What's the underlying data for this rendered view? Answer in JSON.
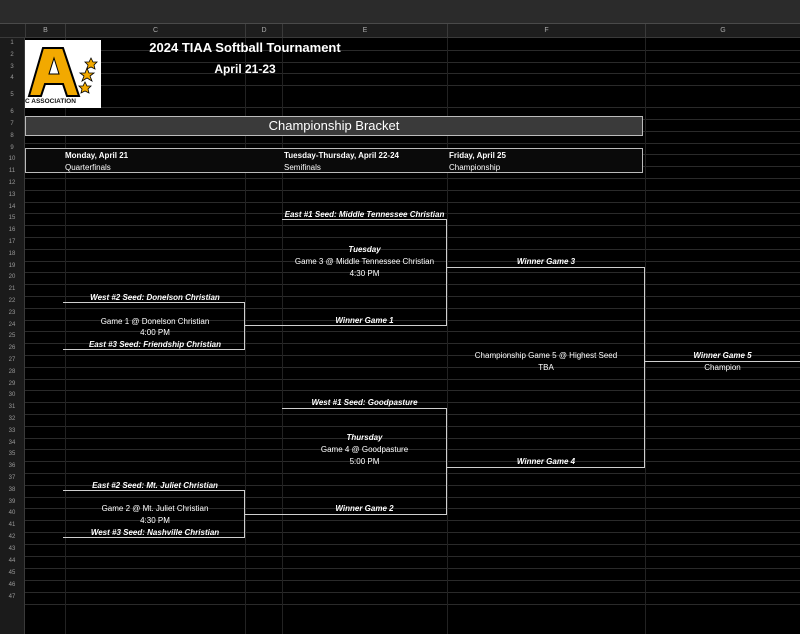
{
  "columns": [
    "B",
    "C",
    "D",
    "E",
    "F",
    "G"
  ],
  "rows": [
    "1",
    "2",
    "3",
    "4",
    "5",
    "6",
    "7",
    "8",
    "9",
    "10",
    "11",
    "12",
    "13",
    "14",
    "15",
    "16",
    "17",
    "18",
    "19",
    "20",
    "21",
    "22",
    "23",
    "24",
    "25",
    "26",
    "27",
    "28",
    "29",
    "30",
    "31",
    "32",
    "33",
    "34",
    "35",
    "36",
    "37",
    "38",
    "39",
    "40",
    "41",
    "42",
    "43",
    "44",
    "45",
    "46",
    "47"
  ],
  "logo": {
    "letter": "A",
    "text": "C ASSOCIATION"
  },
  "title": "2024 TIAA Softball Tournament",
  "dates": "April 21-23",
  "banner": "Championship Bracket",
  "headers": {
    "qf_day": "Monday, April 21",
    "qf_round": "Quarterfinals",
    "sf_day": "Tuesday-Thursday, April 22-24",
    "sf_round": "Semifinals",
    "ch_day": "Friday, April 25",
    "ch_round": "Championship"
  },
  "game1": {
    "top": "West #2 Seed: Donelson Christian",
    "info": "Game 1 @ Donelson Christian",
    "time": "4:00 PM",
    "bottom": "East #3 Seed: Friendship Christian"
  },
  "game2": {
    "top": "East #2 Seed: Mt. Juliet Christian",
    "info": "Game 2 @ Mt. Juliet Christian",
    "time": "4:30 PM",
    "bottom": "West #3 Seed: Nashville Christian"
  },
  "game3": {
    "top": "East #1 Seed: Middle Tennessee Christian",
    "day": "Tuesday",
    "info": "Game 3 @ Middle Tennessee Christian",
    "time": "4:30 PM",
    "bottom": "Winner Game 1"
  },
  "game4": {
    "top": "West #1 Seed: Goodpasture",
    "day": "Thursday",
    "info": "Game 4 @ Goodpasture",
    "time": "5:00 PM",
    "bottom": "Winner Game 2"
  },
  "game5": {
    "top": "Winner Game 3",
    "info": "Championship Game 5 @ Highest Seed",
    "time": "TBA",
    "bottom": "Winner Game 4"
  },
  "champion": {
    "top": "Winner Game 5",
    "label": "Champion"
  }
}
